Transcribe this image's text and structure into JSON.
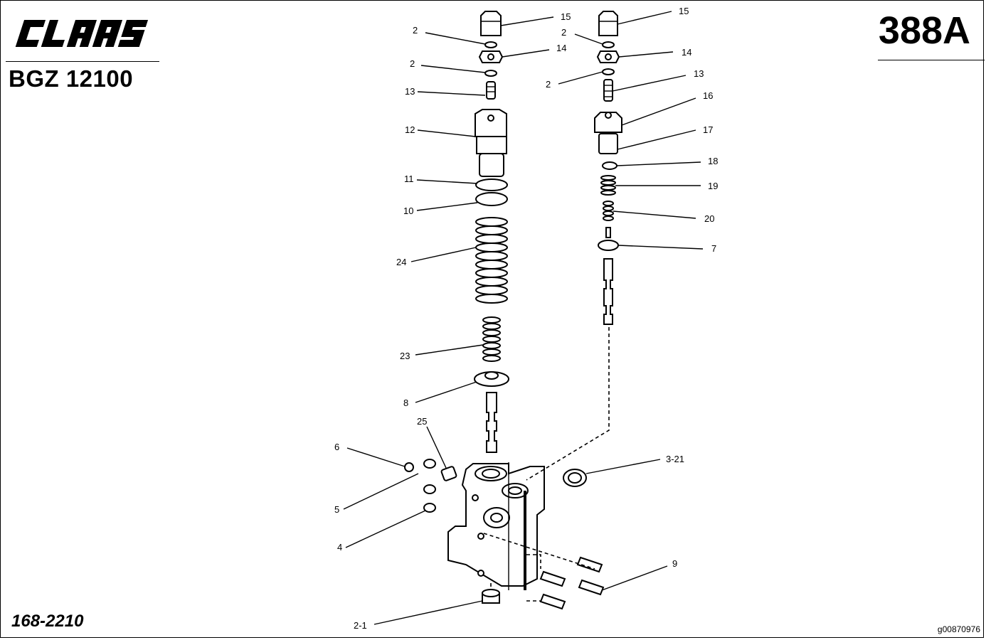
{
  "header": {
    "brand": "CLAAS",
    "model": "BGZ 12100",
    "page_number": "388A"
  },
  "footer": {
    "drawing_number": "168-2210",
    "image_id": "g00870976"
  },
  "callouts": [
    "15",
    "2",
    "14",
    "2",
    "13",
    "12",
    "11",
    "10",
    "24",
    "23",
    "8",
    "25",
    "6",
    "5",
    "4",
    "2-1",
    "15",
    "2",
    "14",
    "2",
    "13",
    "16",
    "17",
    "18",
    "19",
    "20",
    "7",
    "3-21",
    "9"
  ]
}
